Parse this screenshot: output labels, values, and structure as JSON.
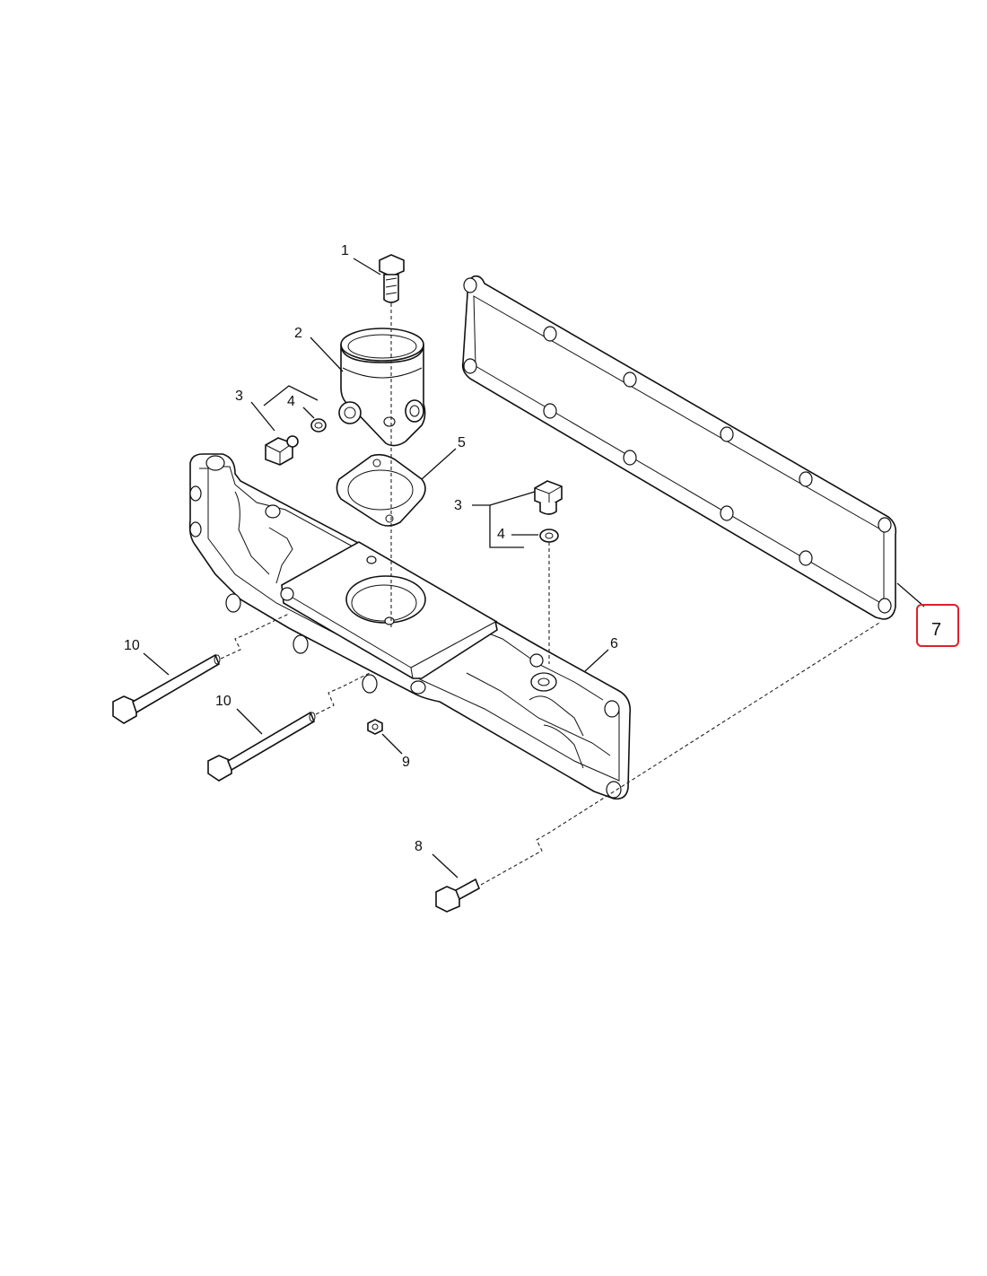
{
  "callouts": {
    "c1": "1",
    "c2": "2",
    "c3a": "3",
    "c4a": "4",
    "c5": "5",
    "c3b": "3",
    "c4b": "4",
    "c6": "6",
    "c7": "7",
    "c8": "8",
    "c9": "9",
    "c10a": "10",
    "c10b": "10"
  },
  "colors": {
    "highlight": "#e0202a",
    "line": "#111111"
  }
}
